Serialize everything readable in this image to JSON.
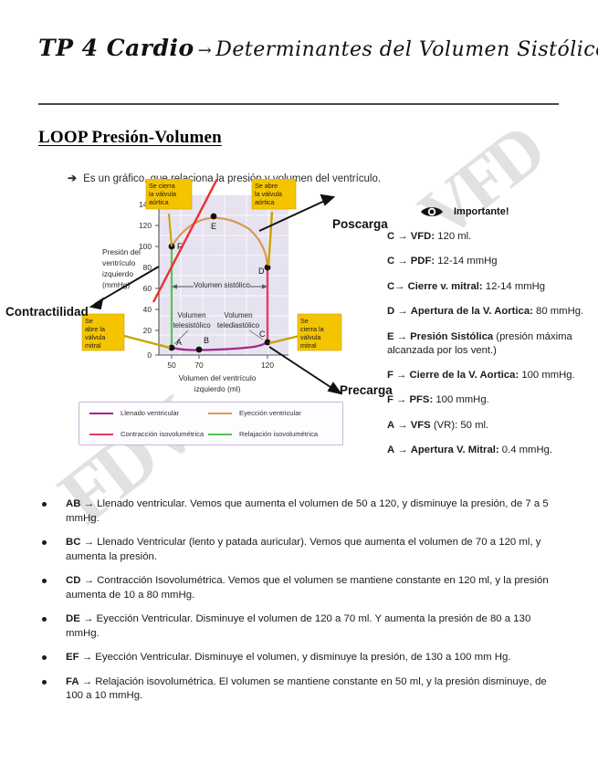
{
  "watermark": {
    "text1": "VFD",
    "text2": "FDV"
  },
  "header": {
    "title_main": "TP 4 Cardio",
    "title_arrow": "→",
    "title_rest": "Determinantes del Volumen Sistólico."
  },
  "section": {
    "heading": "LOOP Presión-Volumen",
    "intro_arrow": "➔",
    "intro_text": "Es un gráfico, que relaciona la presión y volumen del ventrículo."
  },
  "annotations": {
    "contractilidad": "Contractilidad",
    "poscarga": "Poscarga",
    "precarga": "Precarga"
  },
  "notes": {
    "important_icon": "eye-icon",
    "important_label": "Importante!",
    "items": [
      {
        "point": "C",
        "arrow": "→",
        "term": "VFD",
        "sep": ":",
        "value": " 120 ml."
      },
      {
        "point": "C",
        "arrow": "→",
        "term": "PDF",
        "sep": ":",
        "value": " 12-14 mmHg"
      },
      {
        "point": "C",
        "arrow": "→",
        "term": "Cierre v. mitral",
        "sep": ":",
        "value": "  12-14 mmHg"
      },
      {
        "point": "D",
        "arrow": "→",
        "term": "Apertura de la V. Aortica",
        "sep": ":",
        "value": " 80 mmHg."
      },
      {
        "point": "E",
        "arrow": "→",
        "term": "Presión Sistólica",
        "sep": "",
        "value": " (presión máxima alcanzada por los vent.)"
      },
      {
        "point": "F",
        "arrow": "→",
        "term": "Cierre de la V. Aortica",
        "sep": ":",
        "value": " 100 mmHg."
      },
      {
        "point": "F",
        "arrow": "→",
        "term": "PFS",
        "sep": ":",
        "value": " 100 mmHg."
      },
      {
        "point": "A",
        "arrow": "→",
        "term": "VFS",
        "sep": "",
        "value": " (VR): 50 ml."
      },
      {
        "point": "A",
        "arrow": "→",
        "term": "Apertura V. Mitral",
        "sep": ":",
        "value": " 0.4 mmHg."
      }
    ]
  },
  "bullets": [
    {
      "code": "AB",
      "arrow": "→",
      "text": " Llenado ventricular. Vemos que aumenta el volumen de 50 a 120, y disminuye la presión, de 7 a 5 mmHg."
    },
    {
      "code": "BC",
      "arrow": "→",
      "text": " Llenado Ventricular (lento y patada auricular). Vemos que aumenta el volumen de 70 a 120 ml, y aumenta la presión."
    },
    {
      "code": "CD",
      "arrow": "→",
      "text": " Contracción Isovolumétrica. Vemos que el volumen se mantiene constante en 120 ml, y la presión aumenta de 10 a 80 mmHg."
    },
    {
      "code": "DE",
      "arrow": "→",
      "text": " Eyección Ventricular. Disminuye el volumen de 120 a 70 ml. Y aumenta la presión de 80 a 130 mmHg."
    },
    {
      "code": "EF",
      "arrow": "→",
      "text": " Eyección Ventricular. Disminuye el volumen, y disminuye la presión, de 130 a 100 mm Hg."
    },
    {
      "code": "FA",
      "arrow": "→",
      "text": " Relajación isovolumétrica. El volumen se mantiene constante en 50 ml, y la presión disminuye, de 100 a 10 mmHg."
    }
  ],
  "chart_data": {
    "type": "line",
    "title": "",
    "xlabel": "Volumen del ventrículo izquierdo (ml)",
    "ylabel": "Presión del ventrículo izquierdo (mmHg)",
    "xlim": [
      30,
      140
    ],
    "ylim": [
      0,
      150
    ],
    "xticks": [
      50,
      70,
      120
    ],
    "yticks": [
      0,
      20,
      40,
      60,
      80,
      100,
      120,
      140
    ],
    "grid": true,
    "plot_bg": "#e6e2ef",
    "points": [
      {
        "label": "A",
        "x": 50,
        "y": 7
      },
      {
        "label": "B",
        "x": 70,
        "y": 5
      },
      {
        "label": "C",
        "x": 120,
        "y": 10
      },
      {
        "label": "D",
        "x": 120,
        "y": 80
      },
      {
        "label": "E",
        "x": 74,
        "y": 130
      },
      {
        "label": "F",
        "x": 50,
        "y": 100
      }
    ],
    "series": [
      {
        "name": "Llenado ventricular",
        "color": "#a0268f",
        "phase": "A-B-C"
      },
      {
        "name": "Contracción isovolumétrica",
        "color": "#e8386a",
        "phase": "C-D"
      },
      {
        "name": "Eyección ventricular",
        "color": "#d99a4e",
        "phase": "D-E-F"
      },
      {
        "name": "Relajación isovolumétrica",
        "color": "#56c356",
        "phase": "F-A"
      }
    ],
    "legend": {
      "position": "below",
      "entries": [
        {
          "label": "Llenado ventricular",
          "color": "#a0268f"
        },
        {
          "label": "Eyección ventricular",
          "color": "#d99a4e"
        },
        {
          "label": "Contracción isovolumétrica",
          "color": "#e8386a"
        },
        {
          "label": "Relajación isovolumétrica",
          "color": "#56c356"
        }
      ]
    },
    "callouts": [
      {
        "id": "cierre-aortica",
        "text": "Se cierra la válvula aórtica",
        "target": "F"
      },
      {
        "id": "abre-aortica",
        "text": "Se abre la válvula aórtica",
        "target": "D"
      },
      {
        "id": "abre-mitral",
        "text": "Se abre la válvula mitral",
        "target": "A"
      },
      {
        "id": "cierra-mitral",
        "text": "Se cierra la válvula mitral",
        "target": "C"
      }
    ],
    "inline_labels": [
      {
        "id": "volumen-sistolico",
        "text": "Volumen sistólico"
      },
      {
        "id": "volumen-telesistolico",
        "text": "Volumen telesistólico"
      },
      {
        "id": "volumen-telediastolico",
        "text": "Volumen telediastólico"
      }
    ],
    "elastance_line": {
      "name": "Contractilidad (Emax)",
      "color": "#e8302f"
    }
  }
}
